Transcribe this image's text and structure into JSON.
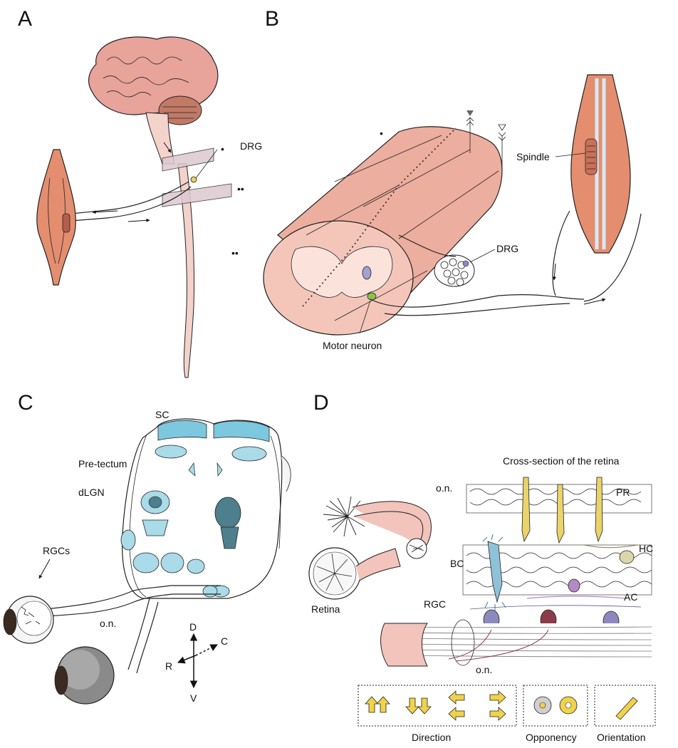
{
  "panels": {
    "A": {
      "letter": "A",
      "labels": {
        "drg": "DRG"
      },
      "marks": {
        "one": "•",
        "two": "••",
        "three": "••"
      }
    },
    "B": {
      "letter": "B",
      "labels": {
        "drg": "DRG",
        "spindle": "Spindle",
        "motor_neuron": "Motor neuron"
      },
      "marks": {
        "one": "•"
      }
    },
    "C": {
      "letter": "C",
      "labels": {
        "sc": "SC",
        "pretectum": "Pre-tectum",
        "dlgn": "dLGN",
        "rgcs": "RGCs",
        "on": "o.n."
      },
      "axes": {
        "d": "D",
        "v": "V",
        "c": "C",
        "r": "R"
      }
    },
    "D": {
      "letter": "D",
      "title": "Cross-section of the retina",
      "labels": {
        "on_top": "o.n.",
        "on_bottom": "o.n.",
        "retina": "Retina",
        "pr": "PR",
        "hc": "HC",
        "bc": "BC",
        "ac": "AC",
        "rgc": "RGC"
      },
      "legend": {
        "direction": "Direction",
        "opponency": "Opponency",
        "orientation": "Orientation"
      }
    }
  },
  "colors": {
    "muscle": "#e48e6f",
    "brain": "#e8a39b",
    "spinal_cord": "#f0b5a5",
    "tract_blue": "#7cc8df",
    "tract_dark": "#4d7f8c",
    "pr_yellow": "#ead36a",
    "bc_blue": "#8fc2d8",
    "rgc_purple": "#8d88c0",
    "rgc_maroon": "#8c3b4a",
    "ac_magenta": "#b48ac4",
    "legend_yellow": "#f0d34a"
  }
}
